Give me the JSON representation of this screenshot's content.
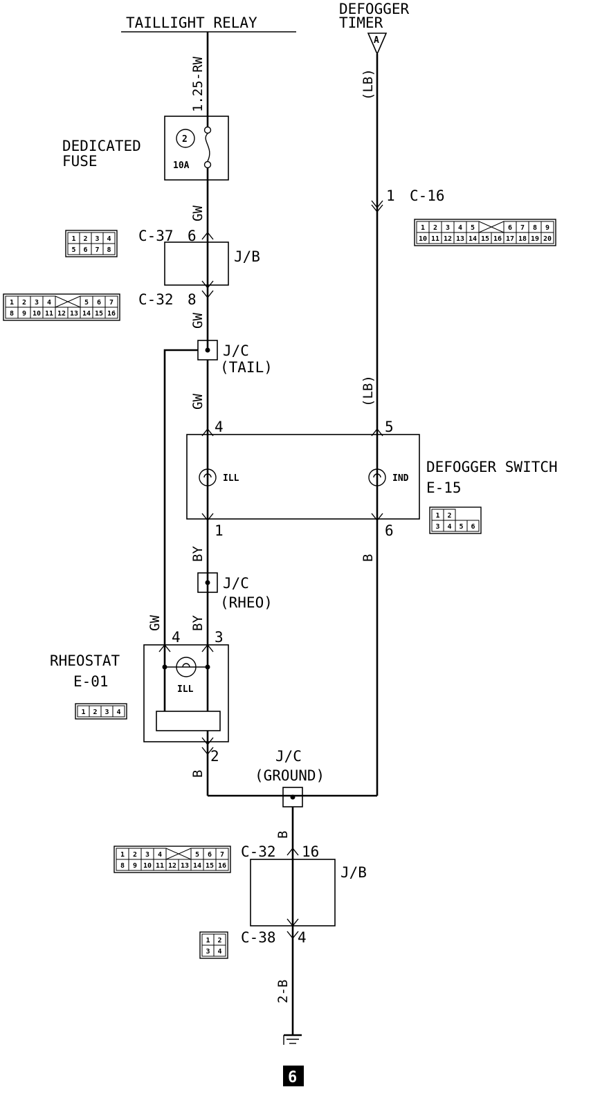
{
  "labels": {
    "taillight_relay": "TAILLIGHT RELAY",
    "defogger_timer_line1": "DEFOGGER",
    "defogger_timer_line2": "TIMER",
    "connector_a": "A",
    "dedicated_fuse_line1": "DEDICATED",
    "dedicated_fuse_line2": "FUSE",
    "fuse_number": "2",
    "fuse_rating": "10A",
    "jb": "J/B",
    "jc": "J/C",
    "jc_tail": "(TAIL)",
    "jc_rheo": "(RHEO)",
    "jc_ground": "(GROUND)",
    "defogger_switch": "DEFOGGER SWITCH",
    "defogger_switch_id": "E-15",
    "ill": "ILL",
    "ind": "IND",
    "rheostat": "RHEOSTAT",
    "rheostat_id": "E-01",
    "ground_point": "6"
  },
  "wire_colors": {
    "rw": "1.25-RW",
    "gw": "GW",
    "lb": "(LB)",
    "by": "BY",
    "b": "B",
    "b2": "2-B"
  },
  "connectors": {
    "c37": "C-37",
    "c32": "C-32",
    "c16": "C-16",
    "c38": "C-38"
  },
  "pins": {
    "c37_pin": "6",
    "c32_pin_top": "8",
    "c16_pin": "1",
    "sw_pin4": "4",
    "sw_pin5": "5",
    "sw_pin1": "1",
    "sw_pin6": "6",
    "rh_pin4": "4",
    "rh_pin3": "3",
    "rh_pin2": "2",
    "c32_pin_bottom": "16",
    "c38_pin": "4"
  },
  "connector_faces": {
    "c37_row1": [
      "1",
      "2",
      "3",
      "4"
    ],
    "c37_row2": [
      "5",
      "6",
      "7",
      "8"
    ],
    "c32_row1": [
      "1",
      "2",
      "3",
      "4",
      "5",
      "6",
      "7"
    ],
    "c32_row2": [
      "8",
      "9",
      "10",
      "11",
      "12",
      "13",
      "14",
      "15",
      "16"
    ],
    "c16_row1": [
      "1",
      "2",
      "3",
      "4",
      "5",
      "6",
      "7",
      "8",
      "9"
    ],
    "c16_row2": [
      "10",
      "11",
      "12",
      "13",
      "14",
      "15",
      "16",
      "17",
      "18",
      "19",
      "20"
    ],
    "e15_row1": [
      "1",
      "2"
    ],
    "e15_row2": [
      "3",
      "4",
      "5",
      "6"
    ],
    "e01_row": [
      "1",
      "2",
      "3",
      "4"
    ],
    "c38_row1": [
      "1",
      "2"
    ],
    "c38_row2": [
      "3",
      "4"
    ]
  }
}
